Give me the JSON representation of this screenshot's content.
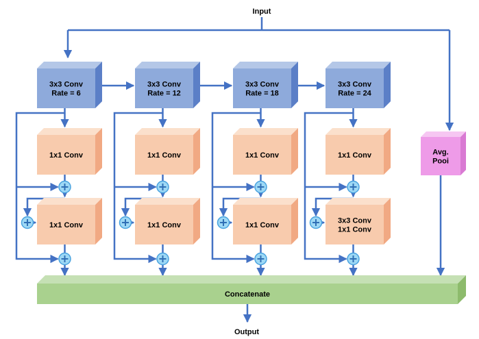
{
  "diagram": {
    "input_label": "Input",
    "output_label": "Output",
    "concat_label": "Concatenate",
    "pool_label": [
      "Avg.",
      "Pooi"
    ],
    "branches": [
      {
        "atrous": [
          "3x3 Conv",
          "Rate = 6"
        ],
        "conv_a": [
          "1x1 Conv"
        ],
        "conv_b": [
          "1x1 Conv"
        ]
      },
      {
        "atrous": [
          "3x3 Conv",
          "Rate = 12"
        ],
        "conv_a": [
          "1x1 Conv"
        ],
        "conv_b": [
          "1x1 Conv"
        ]
      },
      {
        "atrous": [
          "3x3 Conv",
          "Rate = 18"
        ],
        "conv_a": [
          "1x1 Conv"
        ],
        "conv_b": [
          "1x1 Conv"
        ]
      },
      {
        "atrous": [
          "3x3 Conv",
          "Rate = 24"
        ],
        "conv_a": [
          "1x1 Conv"
        ],
        "conv_b": [
          "3x3 Conv",
          "1x1 Conv"
        ]
      }
    ],
    "colors": {
      "wire": "#4472c4",
      "atrous_front": "#8eaadb",
      "atrous_top": "#b4c7e7",
      "atrous_side": "#5b7fc7",
      "conv_front": "#f8cbad",
      "conv_top": "#fbe0cc",
      "conv_side": "#f1a983",
      "pool_front": "#ee9be8",
      "pool_top": "#f6c6f2",
      "pool_side": "#d97ad3",
      "concat_front": "#a9d18e",
      "concat_top": "#c5e0b4",
      "concat_side": "#8dbb6c",
      "adder_fill": "#9dd8f5",
      "adder_stroke": "#4aa3df"
    }
  }
}
